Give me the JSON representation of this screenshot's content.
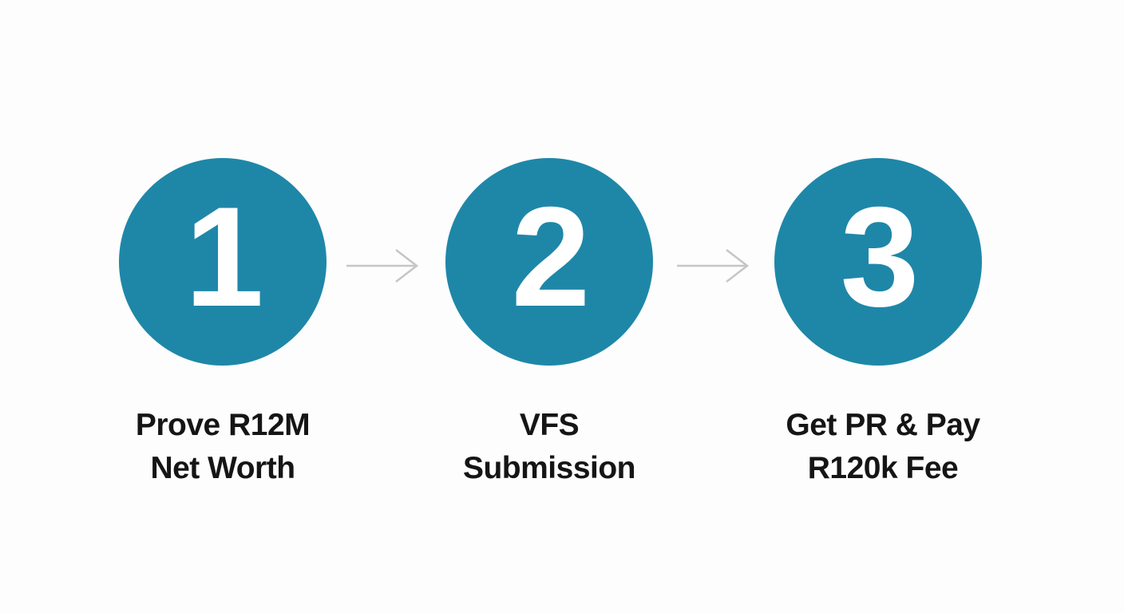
{
  "diagram": {
    "type": "process-steps",
    "background": "#fdfdfd",
    "steps": [
      {
        "number": "1",
        "label_line1": "Prove R12M",
        "label_line2": "Net Worth"
      },
      {
        "number": "2",
        "label_line1": "VFS",
        "label_line2": "Submission"
      },
      {
        "number": "3",
        "label_line1": "Get PR & Pay",
        "label_line2": "R120k Fee"
      }
    ],
    "connectors": [
      {
        "from": "step-1",
        "to": "step-2",
        "icon": "arrow-right-icon"
      },
      {
        "from": "step-2",
        "to": "step-3",
        "icon": "arrow-right-icon"
      }
    ],
    "colors": {
      "circle_fill": "#1e87a8",
      "number_text": "#ffffff",
      "label_text": "#151515",
      "arrow_stroke": "#c6c6c6"
    }
  }
}
